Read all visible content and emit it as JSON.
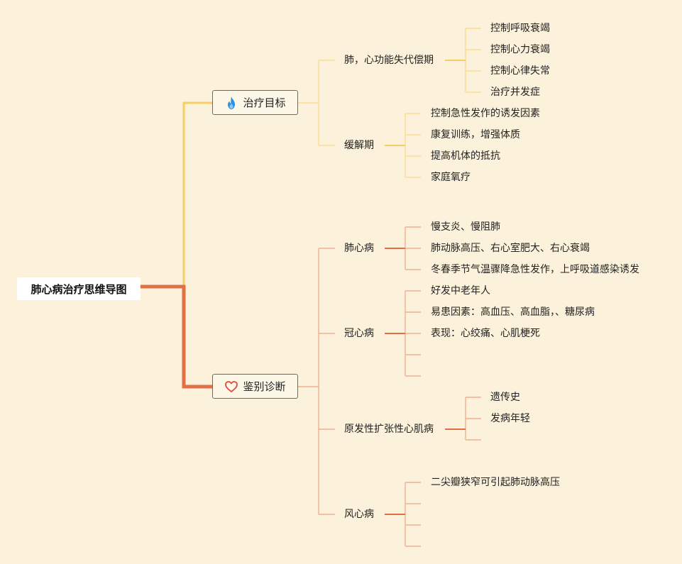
{
  "root": {
    "label": "肺心病治疗思维导图"
  },
  "branches": [
    {
      "label": "治疗目标",
      "icon": "fire-icon",
      "color": "#f7ce63",
      "children": [
        {
          "label": "肺，心功能失代偿期",
          "children": [
            {
              "label": "控制呼吸衰竭"
            },
            {
              "label": "控制心力衰竭"
            },
            {
              "label": "控制心律失常"
            },
            {
              "label": "治疗并发症"
            }
          ]
        },
        {
          "label": "缓解期",
          "children": [
            {
              "label": "控制急性发作的诱发因素"
            },
            {
              "label": "康复训练，增强体质"
            },
            {
              "label": "提高机体的抵抗"
            },
            {
              "label": "家庭氧疗"
            }
          ]
        }
      ]
    },
    {
      "label": "鉴别诊断",
      "icon": "heart-icon",
      "color": "#e07045",
      "children": [
        {
          "label": "肺心病",
          "children": [
            {
              "label": "慢支炎、慢阻肺"
            },
            {
              "label": "肺动脉高压、右心室肥大、右心衰竭"
            },
            {
              "label": "冬春季节气温骤降急性发作，上呼吸道感染诱发"
            }
          ]
        },
        {
          "label": "冠心病",
          "children": [
            {
              "label": "好发中老年人"
            },
            {
              "label": "易患因素：高血压、高血脂，、糖尿病"
            },
            {
              "label": "表现：心绞痛、心肌梗死"
            },
            {
              "label": ""
            },
            {
              "label": ""
            }
          ]
        },
        {
          "label": "原发性扩张性心肌病",
          "children": [
            {
              "label": "遗传史"
            },
            {
              "label": "发病年轻"
            },
            {
              "label": ""
            }
          ]
        },
        {
          "label": "风心病",
          "children": [
            {
              "label": "二尖瓣狭窄可引起肺动脉高压"
            },
            {
              "label": ""
            },
            {
              "label": ""
            },
            {
              "label": ""
            }
          ]
        }
      ]
    }
  ]
}
